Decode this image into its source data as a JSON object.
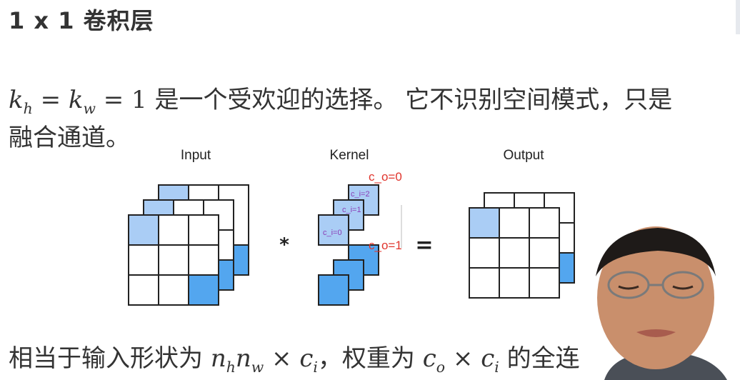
{
  "slide": {
    "title": "1 x 1 卷积层",
    "line1": {
      "math": {
        "k": "k",
        "h": "h",
        "w": "w",
        "eq": "= ",
        "eq2": "= ",
        "one": "1"
      },
      "text": " 是一个受欢迎的选择。 它不识别空间模式，只是"
    },
    "line2": "融合通道。",
    "bottom": {
      "prefix": "相当于输入形状为 ",
      "n": "n",
      "h": "h",
      "w": "w",
      "times": "×",
      "c": "c",
      "i": "i",
      "mid": "，权重为 ",
      "c2": "c",
      "o": "o",
      "times2": "×",
      "c3": "c",
      "i2": "i",
      "suffix": " 的全连"
    }
  },
  "diagram": {
    "input_label": "Input",
    "kernel_label": "Kernel",
    "output_label": "Output",
    "conv_operator": "*",
    "equals_operator": "=",
    "annotations": {
      "c_o_0": "c_o=0",
      "c_o_1": "c_o=1",
      "c_i_2": "c_i=2",
      "c_i_1": "c_i=1",
      "c_i_0": "c_i=0"
    }
  },
  "colors": {
    "light_blue": "#aacdf5",
    "dark_blue": "#53a6ef",
    "annotation_red": "#e0342c",
    "annotation_purple": "#8a3db6"
  }
}
